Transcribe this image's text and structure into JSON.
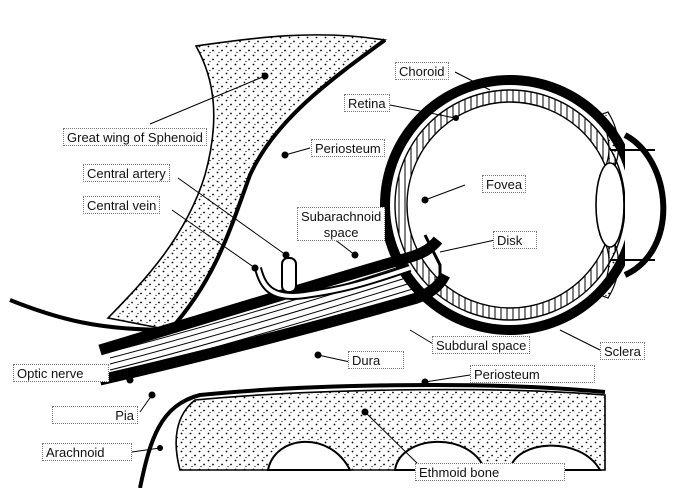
{
  "labels": {
    "choroid": "Choroid",
    "retina": "Retina",
    "great_wing": "Great wing of Sphenoid",
    "periosteum_top": "Periosteum",
    "central_artery": "Central artery",
    "central_vein": "Central vein",
    "fovea": "Fovea",
    "subarachnoid_line1": "Subarachnoid",
    "subarachnoid_line2": "space",
    "disk": "Disk",
    "subdural_space": "Subdural space",
    "sclera": "Sclera",
    "optic_nerve": "Optic nerve",
    "dura": "Dura",
    "periosteum_bottom": "Periosteum",
    "pia": "Pia",
    "arachnoid": "Arachnoid",
    "ethmoid_bone": "Ethmoid bone"
  }
}
